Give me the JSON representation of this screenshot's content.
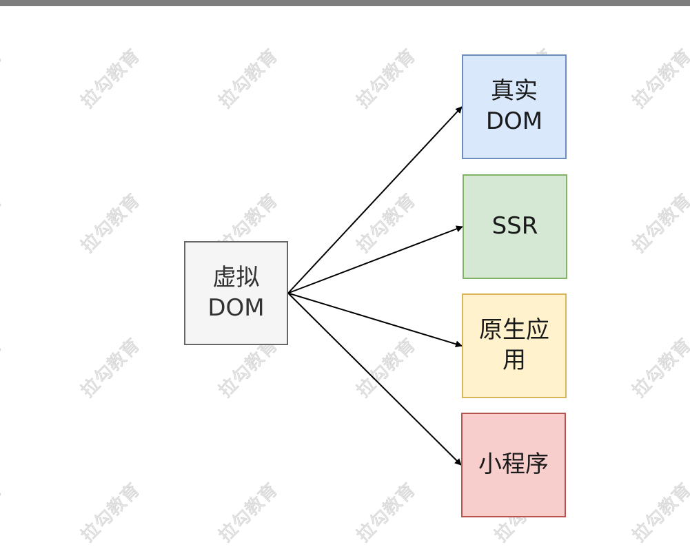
{
  "watermark_text": "拉勾教育",
  "nodes": {
    "source": {
      "text": "虚拟 DOM",
      "fill": "#f5f5f5",
      "stroke": "#666666",
      "text_color": "#333333"
    },
    "real_dom": {
      "text": "真实 DOM",
      "fill": "#dae8fc",
      "stroke": "#6c8ebf",
      "text_color": "#1a1a1a"
    },
    "ssr": {
      "text": "SSR",
      "fill": "#d5e8d4",
      "stroke": "#82b366",
      "text_color": "#1a1a1a"
    },
    "native_app": {
      "text": "原生应 用",
      "fill": "#fff2cc",
      "stroke": "#d6b656",
      "text_color": "#1a1a1a"
    },
    "mini_program": {
      "text": "小程序",
      "fill": "#f8cecc",
      "stroke": "#b85450",
      "text_color": "#1a1a1a"
    }
  },
  "edges": [
    {
      "from": "source",
      "to": "real_dom"
    },
    {
      "from": "source",
      "to": "ssr"
    },
    {
      "from": "source",
      "to": "native_app"
    },
    {
      "from": "source",
      "to": "mini_program"
    }
  ],
  "colors": {
    "top_bar": "#7d7d7d",
    "arrow": "#000000",
    "background": "#ffffff"
  }
}
